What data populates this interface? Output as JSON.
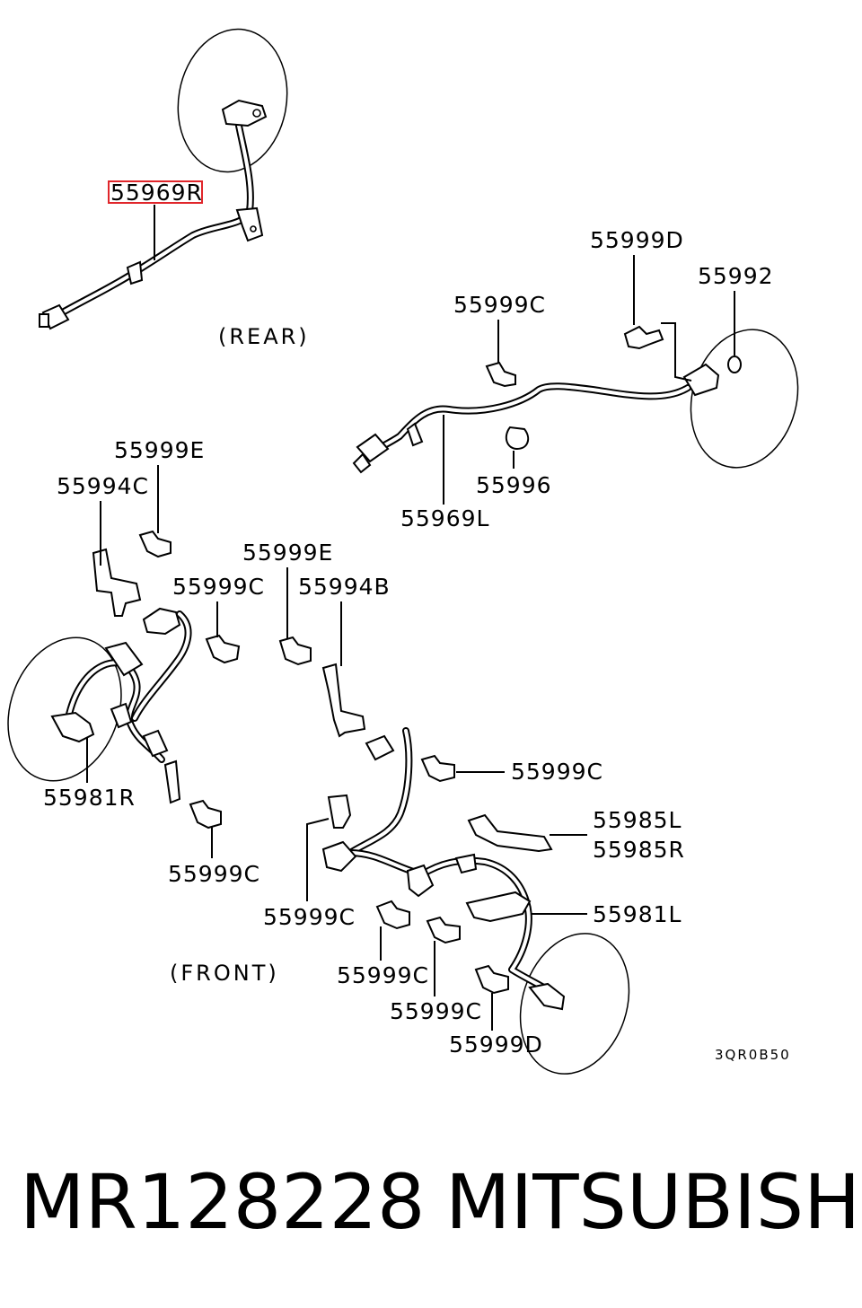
{
  "labels": {
    "p55969R": "55969R",
    "p55999D_top": "55999D",
    "p55992": "55992",
    "p55999C_top": "55999C",
    "p55996": "55996",
    "p55969L": "55969L",
    "p55999E_left": "55999E",
    "p55994C": "55994C",
    "p55999E_mid": "55999E",
    "p55999C_a": "55999C",
    "p55994B": "55994B",
    "p55999C_b": "55999C",
    "p55981R": "55981R",
    "p55985L": "55985L",
    "p55985R": "55985R",
    "p55999C_c": "55999C",
    "p55999C_d": "55999C",
    "p55981L": "55981L",
    "p55999C_e": "55999C",
    "p55999C_f": "55999C",
    "p55999D_bottom": "55999D"
  },
  "sections": {
    "rear": "(REAR)",
    "front": "(FRONT)"
  },
  "diagram_code": "3QR0B50",
  "footer": {
    "part_number": "MR128228",
    "brand": "MITSUBISHI"
  },
  "colors": {
    "highlight": "#e0262b"
  }
}
